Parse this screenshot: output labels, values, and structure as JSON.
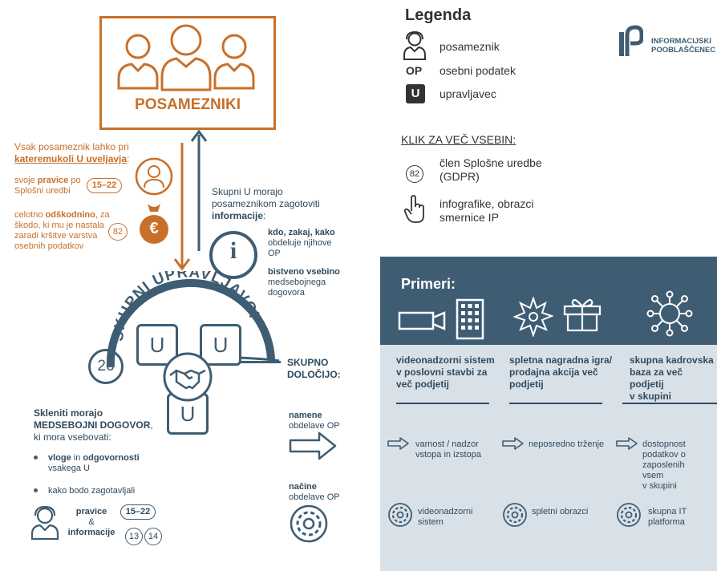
{
  "posamezniki_label": "POSAMEZNIKI",
  "rights": {
    "intro_1": "Vsak posameznik lahko pri",
    "intro_2": "kateremukoli U uveljavja",
    "intro_colon": ":",
    "item1_pre": "svoje ",
    "item1_bold": "pravice",
    "item1_post": " po",
    "item1_line2": "Splošni uredbi",
    "item1_badge": "15–22",
    "item2_pre": "celotno ",
    "item2_bold": "odškodnino",
    "item2_post": ", za",
    "item2_line2": "škodo, ki mu je nastala",
    "item2_line3": "zaradi kršitve varstva",
    "item2_line4": "osebnih podatkov",
    "item2_badge": "82",
    "euro_symbol": "€"
  },
  "info": {
    "line1": "Skupni U morajo",
    "line2": "posameznikom zagotoviti",
    "line3_bold": "informacije",
    "line3_post": ":",
    "icon_letter": "i",
    "p1_bold": "kdo, zakaj, kako",
    "p1_l2": "obdeluje njihove",
    "p1_l3": "OP",
    "p2_bold": "bistveno vsebino",
    "p2_l2": "medsebojnega",
    "p2_l3": "dogovora"
  },
  "center": {
    "arc_label": "SKUPNI UPRAVLJAVCI",
    "u_letter": "U",
    "badge_26": "26"
  },
  "decide": {
    "title1": "SKUPNO",
    "title2": "DOLOČIJO:",
    "a_bold": "namene",
    "a_l2": "obdelave OP",
    "b_bold": "načine",
    "b_l2": "obdelave OP"
  },
  "agreement": {
    "l1": "Skleniti morajo",
    "l2": "MEDSEBOJNI DOGOVOR",
    "l2_post": ",",
    "l3": "ki mora vsebovati:",
    "b1_bold1": "vloge",
    "b1_mid": " in ",
    "b1_bold2": "odgovornosti",
    "b1_l2": "vsakega U",
    "b2": "kako bodo zagotavljali",
    "sub1": "pravice",
    "sub2": "&",
    "sub3": "informacije",
    "badge1": "15–22",
    "badge2": "13",
    "badge3": "14"
  },
  "legend": {
    "title": "Legenda",
    "item1": "posameznik",
    "op_mark": "OP",
    "item2": "osebni podatek",
    "u_mark": "U",
    "item3": "upravljavec",
    "click_title": "KLIK ZA VEČ VSEBIN:",
    "ref_badge": "82",
    "ref1": "člen Splošne uredbe",
    "ref2": "(GDPR)",
    "link1": "infografike, obrazci",
    "link2": "smernice IP"
  },
  "logo": {
    "line1": "INFORMACIJSKI",
    "line2": "POOBLAŠČENEC"
  },
  "examples": {
    "title": "Primeri:",
    "columns": [
      {
        "title": [
          "videonadzorni sistem",
          "v poslovni stavbi za",
          "več podjetij"
        ],
        "purpose": [
          "varnost / nadzor",
          "vstopa in izstopa"
        ],
        "means": [
          "videonadzorni",
          "sistem"
        ]
      },
      {
        "title": [
          "spletna nagradna igra/",
          "prodajna akcija več",
          "podjetij"
        ],
        "purpose": [
          "neposredno trženje"
        ],
        "means": [
          "spletni obrazci"
        ]
      },
      {
        "title": [
          "skupna kadrovska",
          "baza za več podjetij",
          "v skupini"
        ],
        "purpose": [
          "dostopnost",
          "podatkov o",
          "zaposlenih",
          "vsem",
          "v skupini"
        ],
        "means": [
          "skupna IT",
          "platforma"
        ]
      }
    ]
  },
  "colors": {
    "orange": "#c8702a",
    "navy": "#3e5d73",
    "panel_light": "#d9e1e8"
  }
}
